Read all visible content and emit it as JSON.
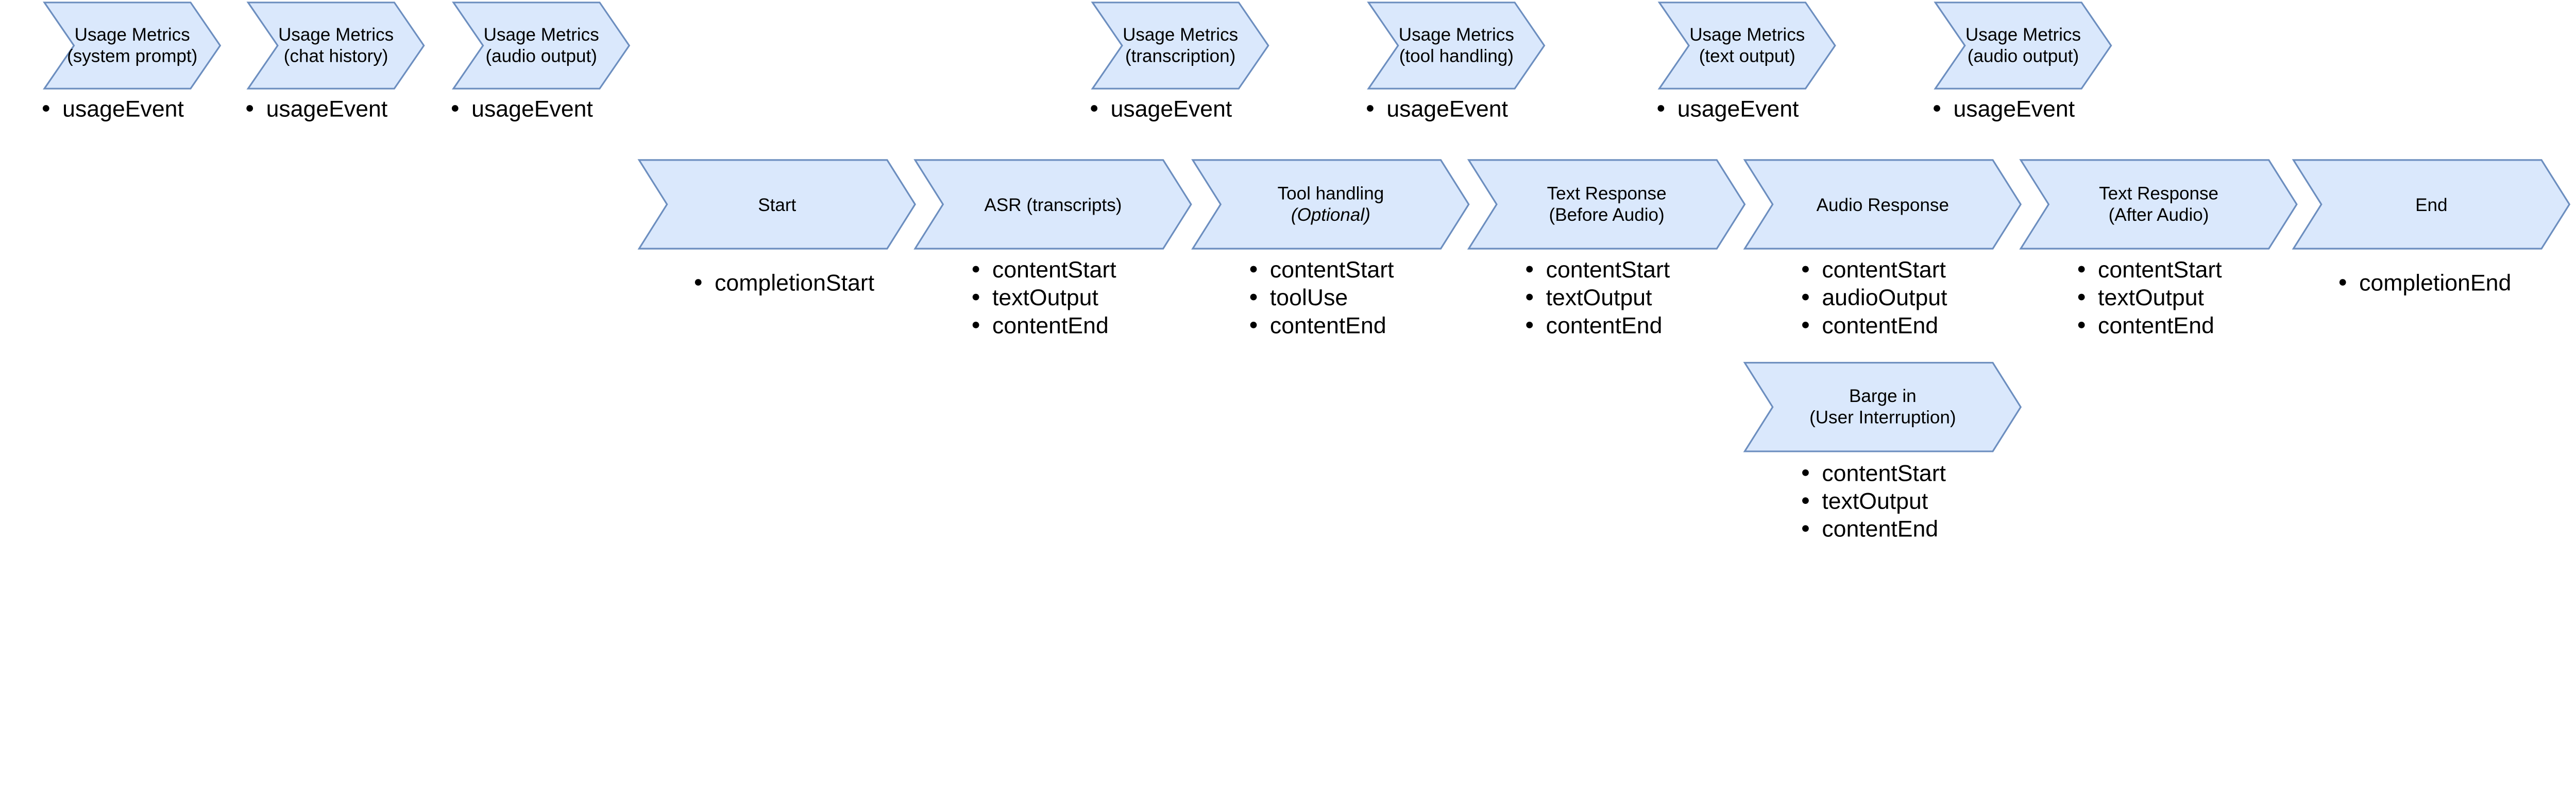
{
  "colors": {
    "shape_fill": "#dae8fc",
    "shape_stroke": "#6c8ebf",
    "text": "#000000"
  },
  "usage_row": [
    {
      "title": "Usage Metrics",
      "subtitle": "(system prompt)",
      "events": [
        "usageEvent"
      ]
    },
    {
      "title": "Usage Metrics",
      "subtitle": "(chat history)",
      "events": [
        "usageEvent"
      ]
    },
    {
      "title": "Usage Metrics",
      "subtitle": "(audio output)",
      "events": [
        "usageEvent"
      ]
    },
    {
      "title": "Usage Metrics",
      "subtitle": "(transcription)",
      "events": [
        "usageEvent"
      ]
    },
    {
      "title": "Usage Metrics",
      "subtitle": "(tool handling)",
      "events": [
        "usageEvent"
      ]
    },
    {
      "title": "Usage Metrics",
      "subtitle": "(text output)",
      "events": [
        "usageEvent"
      ]
    },
    {
      "title": "Usage Metrics",
      "subtitle": "(audio output)",
      "events": [
        "usageEvent"
      ]
    }
  ],
  "flow_row": [
    {
      "title": "Start",
      "subtitle": "",
      "events": [
        "completionStart"
      ]
    },
    {
      "title": "ASR (transcripts)",
      "subtitle": "",
      "events": [
        "contentStart",
        "textOutput",
        "contentEnd"
      ]
    },
    {
      "title": "Tool handling",
      "subtitle": "(Optional)",
      "subtitle_italic": true,
      "events": [
        "contentStart",
        "toolUse",
        "contentEnd"
      ]
    },
    {
      "title": "Text Response",
      "subtitle": "(Before Audio)",
      "events": [
        "contentStart",
        "textOutput",
        "contentEnd"
      ]
    },
    {
      "title": "Audio Response",
      "subtitle": "",
      "events": [
        "contentStart",
        "audioOutput",
        "contentEnd"
      ]
    },
    {
      "title": "Text Response",
      "subtitle": "(After Audio)",
      "events": [
        "contentStart",
        "textOutput",
        "contentEnd"
      ]
    },
    {
      "title": "End",
      "subtitle": "",
      "events": [
        "completionEnd"
      ]
    }
  ],
  "barge_in": {
    "title": "Barge in",
    "subtitle": "(User Interruption)",
    "events": [
      "contentStart",
      "textOutput",
      "contentEnd"
    ]
  }
}
